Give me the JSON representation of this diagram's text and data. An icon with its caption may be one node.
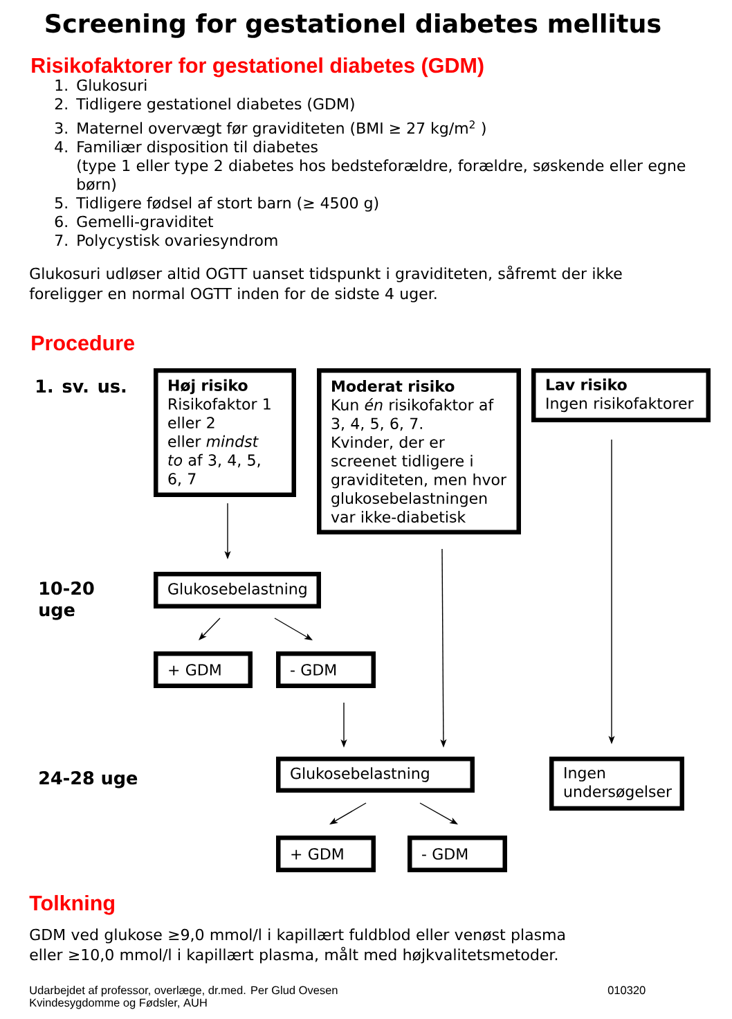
{
  "diagram": {
    "title": "Screening for gestationel diabetes mellitus",
    "nodes": [
      {
        "text": [
          "Høj risiko",
          "Risikofaktor 1 eller 2",
          "eller *mindst to* af 3, 4, 5, 6, 7"
        ]
      },
      {
        "text": [
          "Moderat risiko",
          "Kun *én* risikofaktor af 3, 4, 5, 6, 7.",
          "Kvinder, der er screenet tidligere i graviditeten, men hvor glukosebelastningen var ikke-diabetisk"
        ]
      },
      {
        "text": [
          "Lav risiko",
          "Ingen risikofaktorer"
        ]
      },
      {
        "text": [
          "Glukosebelastning"
        ]
      },
      {
        "text": [
          "+ GDM"
        ]
      },
      {
        "text": [
          "- GDM"
        ]
      },
      {
        "text": [
          "Glukosebelastning"
        ]
      },
      {
        "text": [
          "Ingen undersøgelser"
        ]
      },
      {
        "text": [
          "+ GDM"
        ]
      },
      {
        "text": [
          "- GDM"
        ]
      }
    ],
    "edges": [
      {
        "from": 0,
        "to": 3,
        "arrow": "to"
      },
      {
        "from": 3,
        "to": 4,
        "arrow": "to"
      },
      {
        "from": 3,
        "to": 5,
        "arrow": "to"
      },
      {
        "from": 5,
        "to": 6,
        "arrow": "to"
      },
      {
        "from": 1,
        "to": 6,
        "arrow": "to"
      },
      {
        "from": 2,
        "to": 7,
        "arrow": "to"
      },
      {
        "from": 6,
        "to": 8,
        "arrow": "to"
      },
      {
        "from": 6,
        "to": 9,
        "arrow": "to"
      }
    ],
    "labels": [
      "Risikofaktorer for gestationel diabetes (GDM)",
      "1.",
      "Glukosuri",
      "2.",
      "Tidligere gestationel diabetes (GDM)",
      "3.",
      "Maternel overvægt før graviditeten (BMI ≥ 27 kg/m$^{2}$ )",
      "4.",
      "Familiær disposition til diabetes",
      "(type 1 eller type 2 diabetes hos bedsteforældre, forældre, søskende eller egne børn)",
      "5.",
      "Tidligere fødsel af stort barn (≥ 4500 g)",
      "6.",
      "Gemelli-graviditet",
      "7.",
      "Polycystisk ovariesyndrom",
      "Glukosuri udløser altid OGTT uanset tidspunkt i graviditeten, såfremt der ikke foreligger en normal OGTT inden for de sidste 4 uger.",
      "Procedure",
      "1. sv. us.",
      "10-20 uge",
      "24-28 uge",
      "Tolkning",
      "GDM ved glukose ≥9,0 mmol/l i kapillært fuldblod eller venøst plasma eller ≥10,0 mmol/l i kapillært plasma, målt med højkvalitetsmetoder.",
      "Udarbejdet af professor, overlæge, dr.med. Per Glud Ovesen",
      "010320",
      "Kvindesygdomme og Fødsler, AUH"
    ]
  }
}
